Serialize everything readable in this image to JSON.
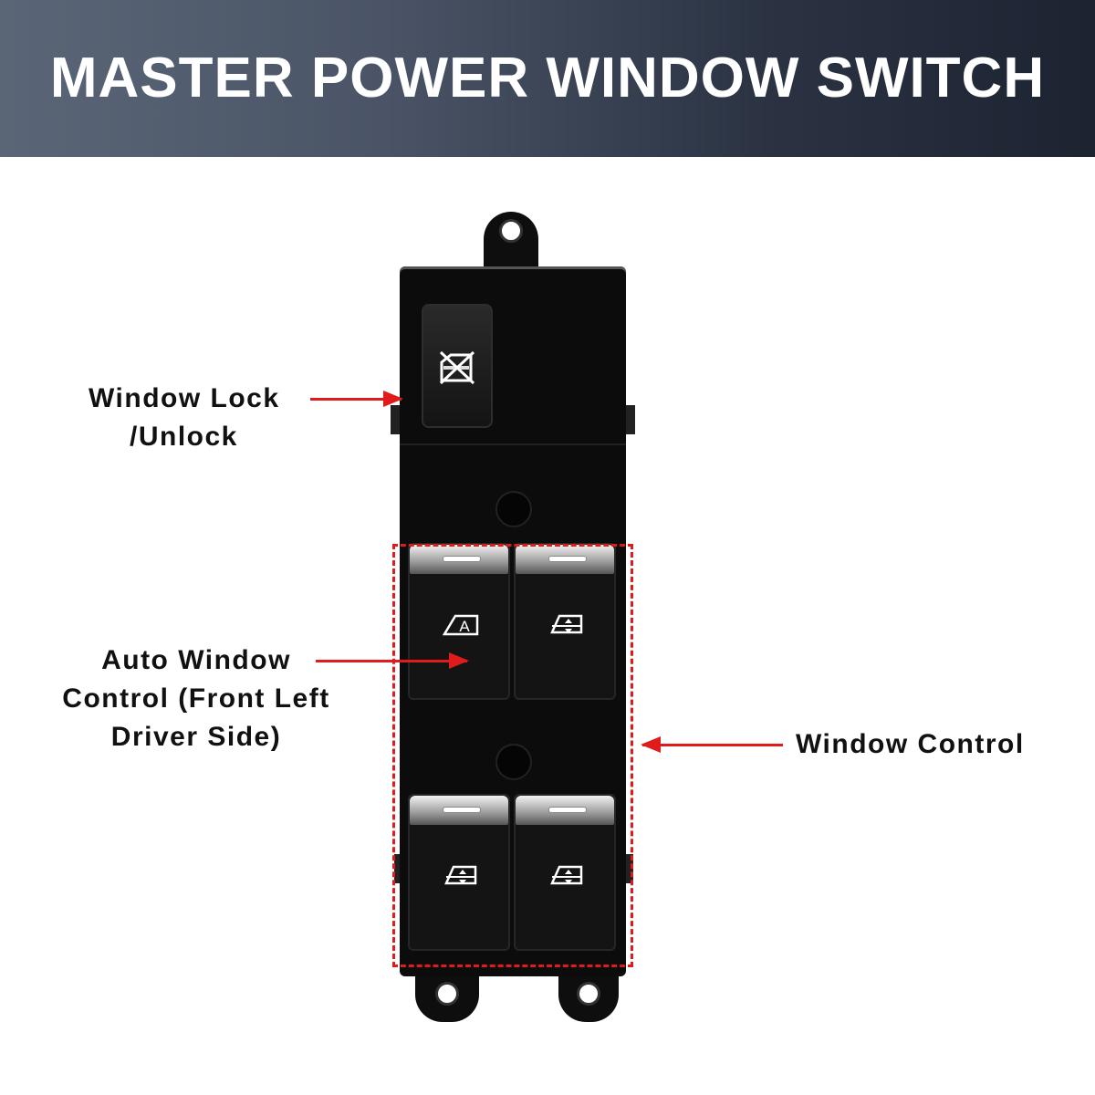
{
  "banner": {
    "title": "MASTER POWER WINDOW SWITCH"
  },
  "callouts": {
    "lock_line1": "Window Lock",
    "lock_line2": "/Unlock",
    "auto_line1": "Auto Window",
    "auto_line2": "Control (Front Left",
    "auto_line3": "Driver Side)",
    "window_control": "Window Control"
  },
  "colors": {
    "accent": "#e01b1b",
    "banner_start": "#5a6677",
    "banner_end": "#1c2331"
  },
  "switch_icons": [
    "window-lock-icon",
    "auto-window-icon",
    "window-up-down-icon",
    "window-up-down-icon",
    "window-up-down-icon"
  ],
  "auto_icon_letter": "A"
}
